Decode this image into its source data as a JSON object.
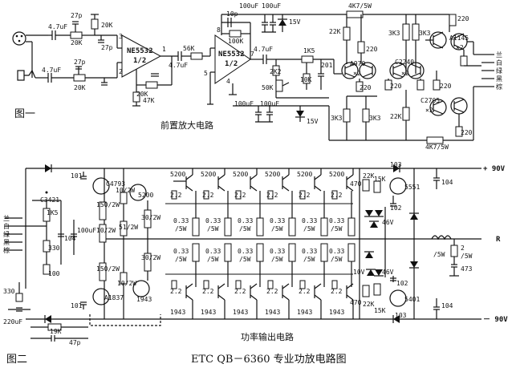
{
  "figures": {
    "fig1_label": "图一",
    "fig1_caption": "前置放大电路",
    "fig2_label": "图二",
    "fig2_caption": "功率输出电路",
    "title": "ETC QB－6360 专业功放电路图"
  },
  "preamp": {
    "opamp1_part": "NE5532",
    "opamp1_half": "1/2",
    "opamp2_part": "NE5532",
    "opamp2_half": "1/2",
    "pins": [
      "3",
      "2",
      "1",
      "8",
      "7",
      "5",
      "4"
    ],
    "components": [
      "4.7uF",
      "27p",
      "20K",
      "20K",
      "27p",
      "4.7uF",
      "27p",
      "20K",
      "47K",
      "20K",
      "4.7uF",
      "56K",
      "10p",
      "100K",
      "100uF",
      "100uF",
      "15V",
      "4.7uF",
      "2K2",
      "50K",
      "1K5",
      "10K",
      "201",
      "100uF",
      "100uF",
      "15V"
    ],
    "driver": [
      "4K7/5W",
      "22K",
      "220",
      "3K3",
      "3K3",
      "220",
      "A1145",
      "×2",
      "A970",
      "×2",
      "C2240",
      "×2",
      "220",
      "220",
      "3K3",
      "3K3",
      "22K",
      "220",
      "C2705",
      "×2",
      "4K7/5W",
      "220"
    ],
    "output_labels": [
      "兰",
      "白",
      "绿",
      "黑",
      "棕"
    ]
  },
  "power": {
    "rails": [
      "+ 90V",
      "R",
      "－ 90V"
    ],
    "input_labels": [
      "兰",
      "白",
      "绿",
      "黑",
      "棕"
    ],
    "left_parts": [
      "C3421",
      "1K5",
      "104",
      "100uF",
      "330",
      "100",
      "330",
      "220uF",
      "19K",
      "47p",
      "101",
      "101"
    ],
    "drivers": [
      "C4793",
      "10/2W",
      "5200",
      "150/2W",
      "10/2W",
      "30/2W",
      "51/2W",
      "150/2W",
      "30/2W",
      "10/2W",
      "A1837",
      "1943"
    ],
    "top_transistors": [
      "5200",
      "5200",
      "5200",
      "5200",
      "5200",
      "5200"
    ],
    "bottom_transistors": [
      "1943",
      "1943",
      "1943",
      "1943",
      "1943",
      "1943"
    ],
    "bias_res": "2.2",
    "emitter_res": [
      "0.33",
      "/5W"
    ],
    "right_parts": [
      "470",
      "22K",
      "15K",
      "103",
      "5551",
      "104",
      "102",
      "46V",
      "/5W",
      "2",
      "/5W",
      "473",
      "10V",
      "46V",
      "102",
      "22K",
      "15K",
      "5401",
      "103",
      "104",
      "470"
    ]
  }
}
